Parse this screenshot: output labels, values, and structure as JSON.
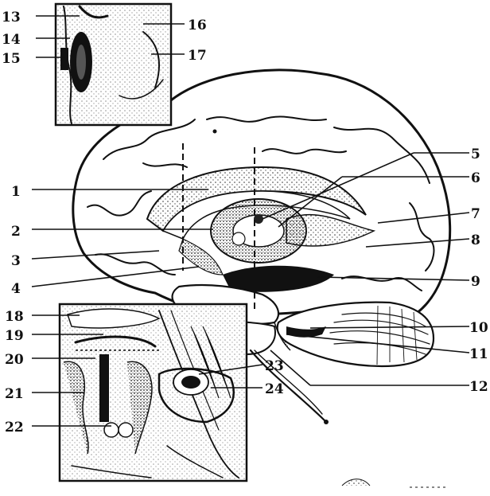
{
  "figure": {
    "callout_labels": [
      "1",
      "2",
      "3",
      "4",
      "5",
      "6",
      "7",
      "8",
      "9",
      "10",
      "11",
      "12",
      "13",
      "14",
      "15",
      "16",
      "17",
      "18",
      "19",
      "20",
      "21",
      "22",
      "23",
      "24"
    ]
  }
}
